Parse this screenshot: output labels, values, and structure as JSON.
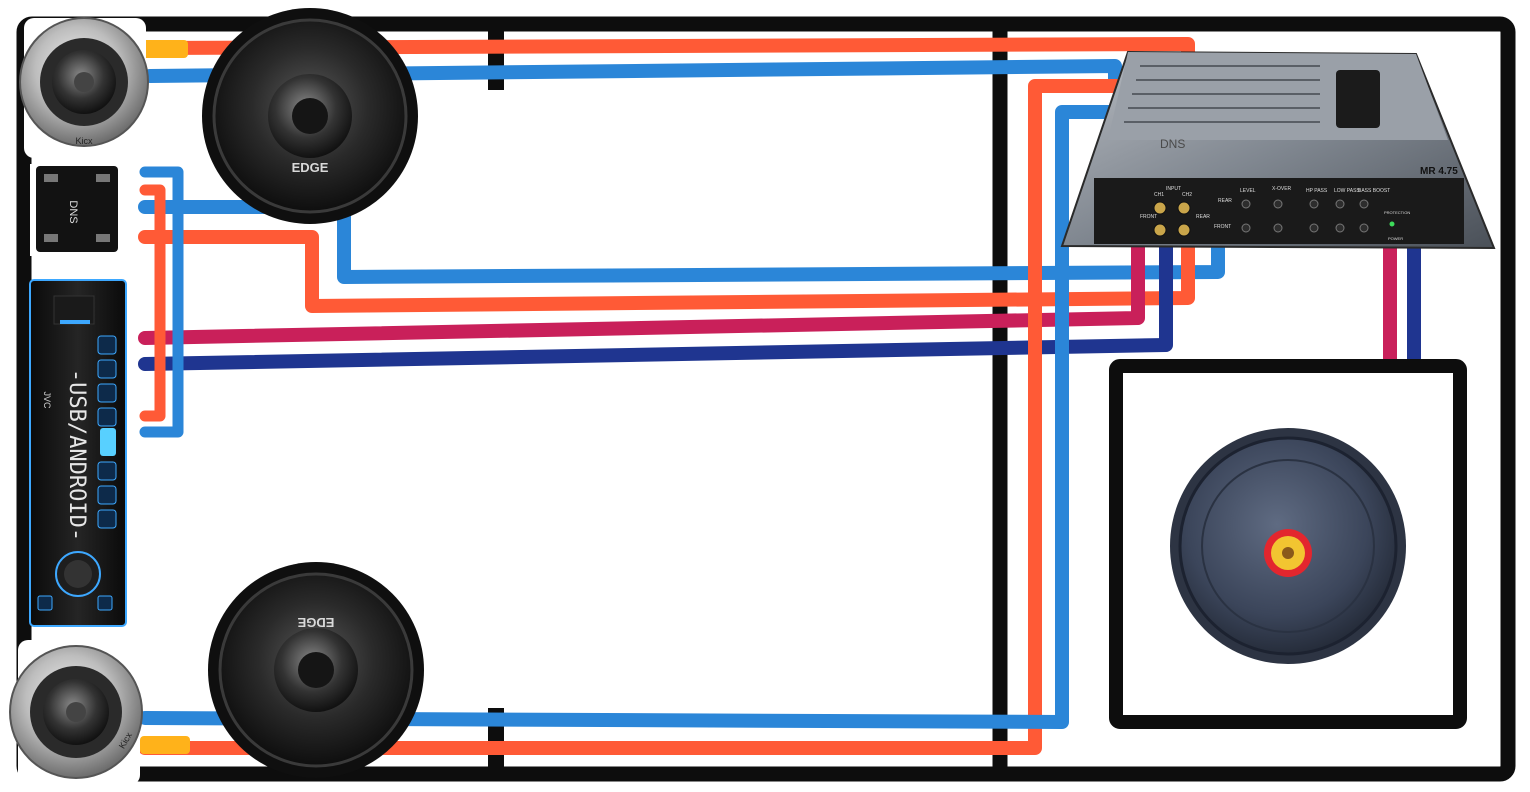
{
  "colors": {
    "frame": "#0d0d0d",
    "wire_red": "#ff5a36",
    "wire_blue": "#2b86d8",
    "wire_crimson": "#c9205a",
    "wire_navy": "#1f3590",
    "connector": "#ffb21a",
    "head_unit_accent": "#3da8ff"
  },
  "components": {
    "tweeter_top": {
      "icon": "tweeter-icon",
      "brand": "Kicx"
    },
    "tweeter_bottom": {
      "icon": "tweeter-icon",
      "brand": "Kicx"
    },
    "crossover": {
      "icon": "crossover-icon",
      "brand": "DNS"
    },
    "head_unit": {
      "icon": "car-radio-icon",
      "brand": "JVC",
      "display": "-USB/ANDROID-"
    },
    "midbass_top": {
      "icon": "speaker-icon",
      "brand": "EDGE"
    },
    "midbass_bottom": {
      "icon": "speaker-icon",
      "brand": "EDGE"
    },
    "amplifier": {
      "icon": "amplifier-icon",
      "brand": "DNS",
      "model": "MR 4.75",
      "inputs": {
        "label": "INPUT",
        "ch1": "CH1",
        "ch2": "CH2",
        "front": "FRONT",
        "rear": "REAR"
      },
      "controls": {
        "rear": "REAR",
        "front": "FRONT",
        "level": "LEVEL",
        "x_over": "X-OVER",
        "hp_pass": "HP PASS",
        "lp_pass": "LOW PASS",
        "bass": "BASS BOOST",
        "protection": "PROTECTION",
        "power": "POWER"
      }
    },
    "subwoofer": {
      "icon": "subwoofer-icon",
      "enclosure": "subwoofer-box"
    }
  }
}
